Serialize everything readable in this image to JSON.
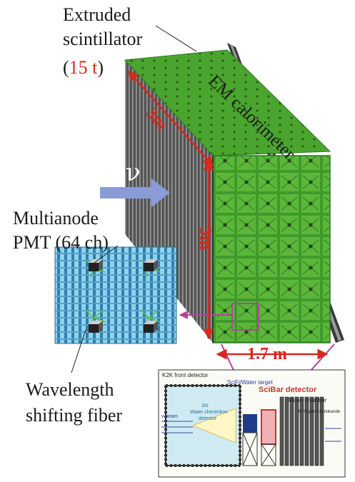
{
  "labels": {
    "extruded_line1": "Extruded",
    "extruded_line2": "scintillator",
    "mass_open": "(",
    "mass_value": "15 t",
    "mass_close": ")",
    "em_calorimeter": "EM calorimeter",
    "neutrino": "ν",
    "multianode_line1": "Multianode",
    "multianode_line2": "PMT (64 ch)",
    "wls_line1": "Wavelength",
    "wls_line2": "shifting fiber",
    "dim_depth": "3m",
    "dim_height": "3m",
    "dim_width": "1.7 m"
  },
  "inset": {
    "title": "K2K front detector",
    "scifi": "SciFi/Water target",
    "scibar": "SciBar detector",
    "muon": "Muon chamber",
    "to_sk": "To Super-Kamiokande",
    "beam": "ν beam",
    "water_line1": "1kt",
    "water_line2": "Water cherenkov",
    "water_line3": "detector"
  },
  "colors": {
    "scintillator_green": "#4aa52e",
    "dimension_red": "#d42a1f",
    "callout_magenta": "#b0459a",
    "arrow_blue": "#8a9bd8"
  }
}
